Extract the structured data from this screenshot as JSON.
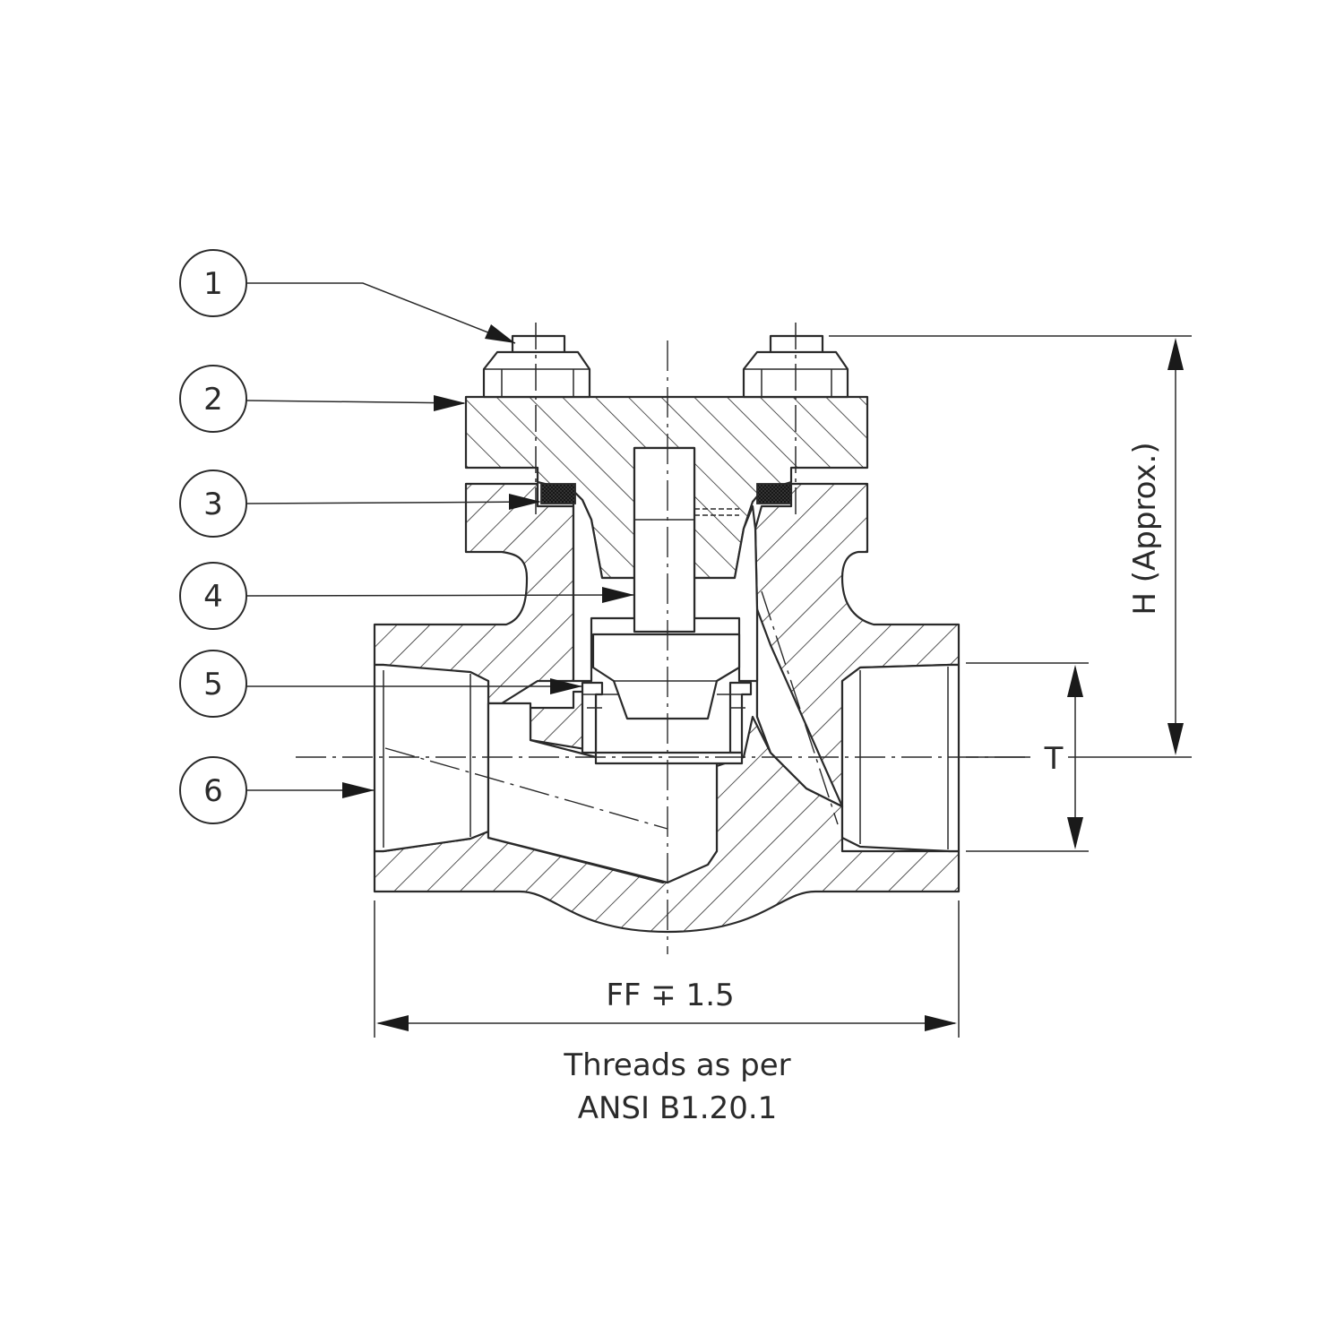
{
  "callouts": [
    {
      "number": "1"
    },
    {
      "number": "2"
    },
    {
      "number": "3"
    },
    {
      "number": "4"
    },
    {
      "number": "5"
    },
    {
      "number": "6"
    }
  ],
  "dimensions": {
    "height_label": "H (Approx.)",
    "thread_label": "T",
    "face_to_face_label": "FF ∓ 1.5"
  },
  "note": {
    "line1": "Threads as per",
    "line2": "ANSI B1.20.1"
  },
  "colors": {
    "line": "#2a2a2a",
    "background": "#ffffff"
  }
}
